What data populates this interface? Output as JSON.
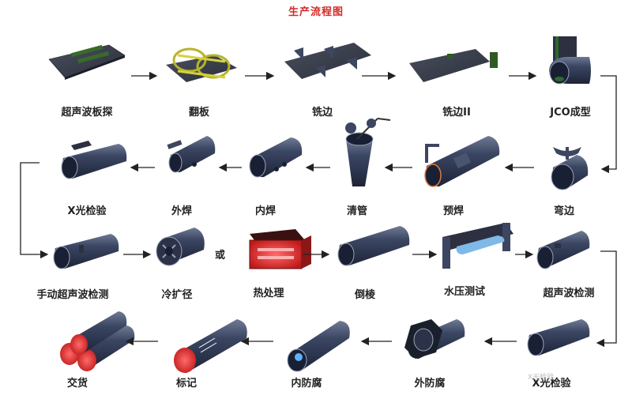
{
  "title": "生产流程图",
  "steps": [
    {
      "label": "超声波板探"
    },
    {
      "label": "翻板"
    },
    {
      "label": "铣边"
    },
    {
      "label": "铣边II"
    },
    {
      "label": "JCO成型"
    },
    {
      "label": "弯边"
    },
    {
      "label": "预焊"
    },
    {
      "label": "清管"
    },
    {
      "label": "内焊"
    },
    {
      "label": "外焊"
    },
    {
      "label": "X光检验"
    },
    {
      "label": "手动超声波检测"
    },
    {
      "label": "冷扩径"
    },
    {
      "label": "热处理"
    },
    {
      "label": "倒棱"
    },
    {
      "label": "水压测试"
    },
    {
      "label": "超声波检测"
    },
    {
      "label": "X光检验"
    },
    {
      "label": "外防腐"
    },
    {
      "label": "内防腐"
    },
    {
      "label": "标记"
    },
    {
      "label": "交货"
    }
  ],
  "or_text": "或",
  "watermark": "X光检验"
}
